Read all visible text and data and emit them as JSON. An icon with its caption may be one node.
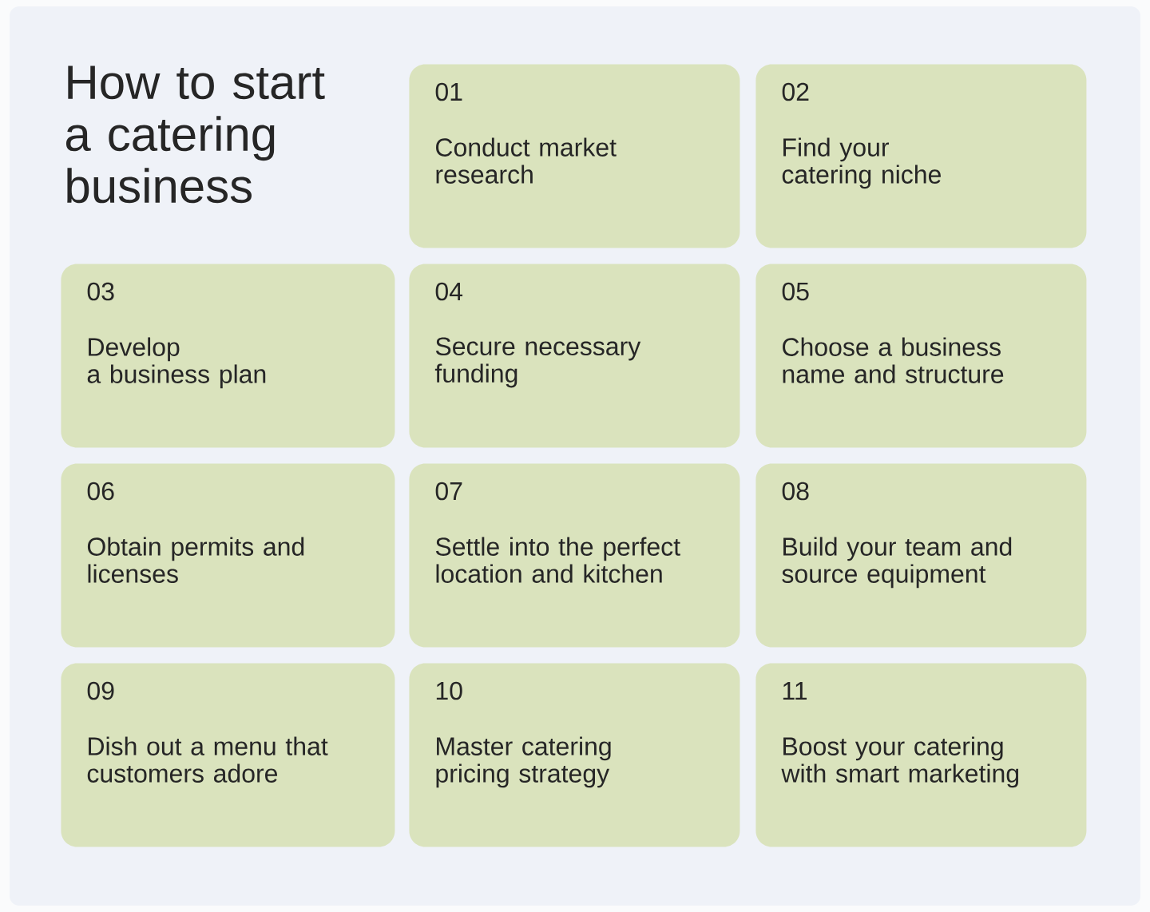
{
  "diagram": {
    "title": "How to start a catering business",
    "nodes": [
      {
        "text": [
          "01",
          "Conduct market research"
        ]
      },
      {
        "text": [
          "02",
          "Find your catering niche"
        ]
      },
      {
        "text": [
          "03",
          "Develop a business plan"
        ]
      },
      {
        "text": [
          "04",
          "Secure necessary funding"
        ]
      },
      {
        "text": [
          "05",
          "Choose a business name and structure"
        ]
      },
      {
        "text": [
          "06",
          "Obtain permits and licenses"
        ]
      },
      {
        "text": [
          "07",
          "Settle into the perfect location and kitchen"
        ]
      },
      {
        "text": [
          "08",
          "Build your team and source equipment"
        ]
      },
      {
        "text": [
          "09",
          "Dish out a menu that customers adore"
        ]
      },
      {
        "text": [
          "10",
          "Master catering pricing strategy"
        ]
      },
      {
        "text": [
          "11",
          "Boost your catering with smart marketing"
        ]
      }
    ]
  }
}
